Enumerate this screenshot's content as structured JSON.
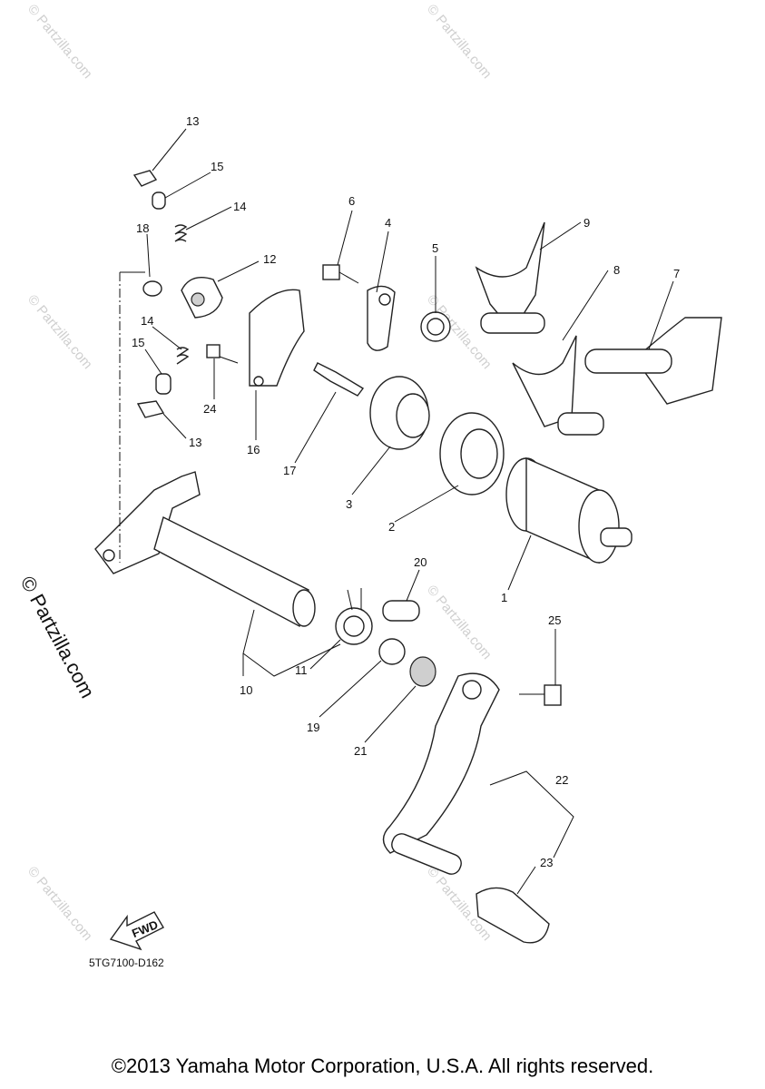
{
  "watermark": {
    "text": "© Partzilla.com"
  },
  "diagram_code": "5TG7100-D162",
  "fwd_label": "FWD",
  "copyright": "©2013 Yamaha Motor Corporation, U.S.A. All rights reserved.",
  "callouts": [
    "1",
    "2",
    "3",
    "4",
    "5",
    "6",
    "7",
    "8",
    "9",
    "10",
    "11",
    "12",
    "13",
    "13",
    "14",
    "14",
    "15",
    "15",
    "16",
    "17",
    "18",
    "19",
    "20",
    "21",
    "22",
    "23",
    "24",
    "25"
  ]
}
